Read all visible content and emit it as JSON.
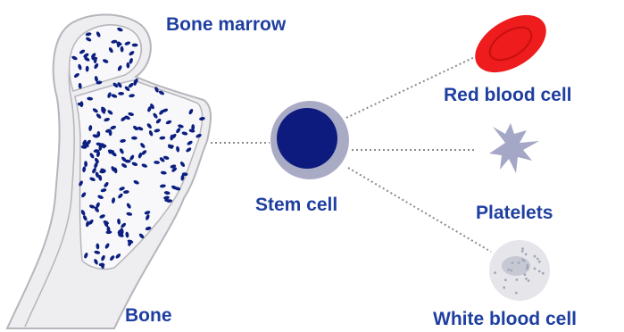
{
  "labels": {
    "bone_marrow": "Bone marrow",
    "red_blood_cell": "Red blood cell",
    "stem_cell": "Stem cell",
    "platelets": "Platelets",
    "bone": "Bone",
    "white_blood_cell": "White blood cell"
  },
  "colors": {
    "label_text": "#1f3fa0",
    "dots": "#0b1f80",
    "bone_fill": "#eeeef0",
    "bone_outline": "#b5b5bb",
    "marrow_fill": "#f8f8fa",
    "stem_core": "#0d1b7e",
    "stem_ring": "#a9abc5",
    "red_cell": "#ee1c1c",
    "red_cell_edge": "#c80f0f",
    "platelet": "#a4a8c6",
    "white_cell": "#e6e6ea",
    "white_cell_dots": "#a0a6bb",
    "connector": "#8a8a8a"
  }
}
